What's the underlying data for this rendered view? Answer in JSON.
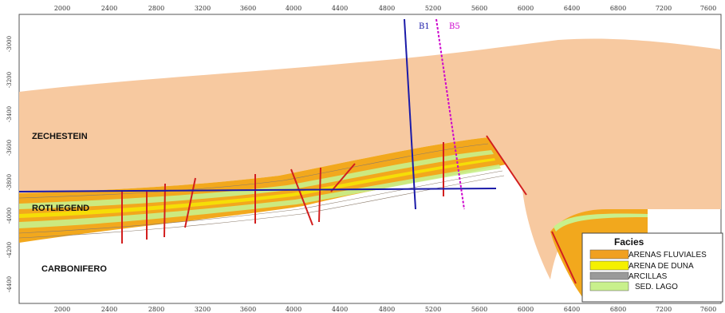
{
  "x_axis": {
    "top_ticks": [
      "2000",
      "2400",
      "2800",
      "3200",
      "3600",
      "4000",
      "4400",
      "4800",
      "5200",
      "5600",
      "6000",
      "6400",
      "6800",
      "7200",
      "7600"
    ],
    "bottom_ticks": [
      "2000",
      "2400",
      "2800",
      "3200",
      "3600",
      "4000",
      "4400",
      "4800",
      "5200",
      "5600",
      "6000",
      "6400",
      "6800",
      "7200",
      "7600"
    ]
  },
  "y_axis": {
    "ticks": [
      "-3000",
      "-3200",
      "-3400",
      "-3600",
      "-3800",
      "-4000",
      "-4200",
      "-4400"
    ]
  },
  "units": {
    "zechestein": "ZECHESTEIN",
    "rotliegend": "ROTLIEGEND",
    "carbonifero": "CARBONIFERO"
  },
  "wells": [
    {
      "name": "B1",
      "color": "#1a1aa8"
    },
    {
      "name": "B5",
      "color": "#cc00cc"
    }
  ],
  "legend": {
    "title": "Facies",
    "items": [
      {
        "label": "ARENAS FLUVIALES",
        "color": "#f0a020"
      },
      {
        "label": "ARENA DE DUNA",
        "color": "#f5f000"
      },
      {
        "label": "ARCILLAS",
        "color": "#9a9a9a"
      },
      {
        "label": "SED. LAGO",
        "color": "#c8f08c"
      }
    ]
  },
  "colors": {
    "zechestein_fill": "#f7c9a0",
    "fluvial_fill": "#f2a81d",
    "fault_color": "#d21e1e",
    "horizon_color": "#1a1aa8"
  }
}
